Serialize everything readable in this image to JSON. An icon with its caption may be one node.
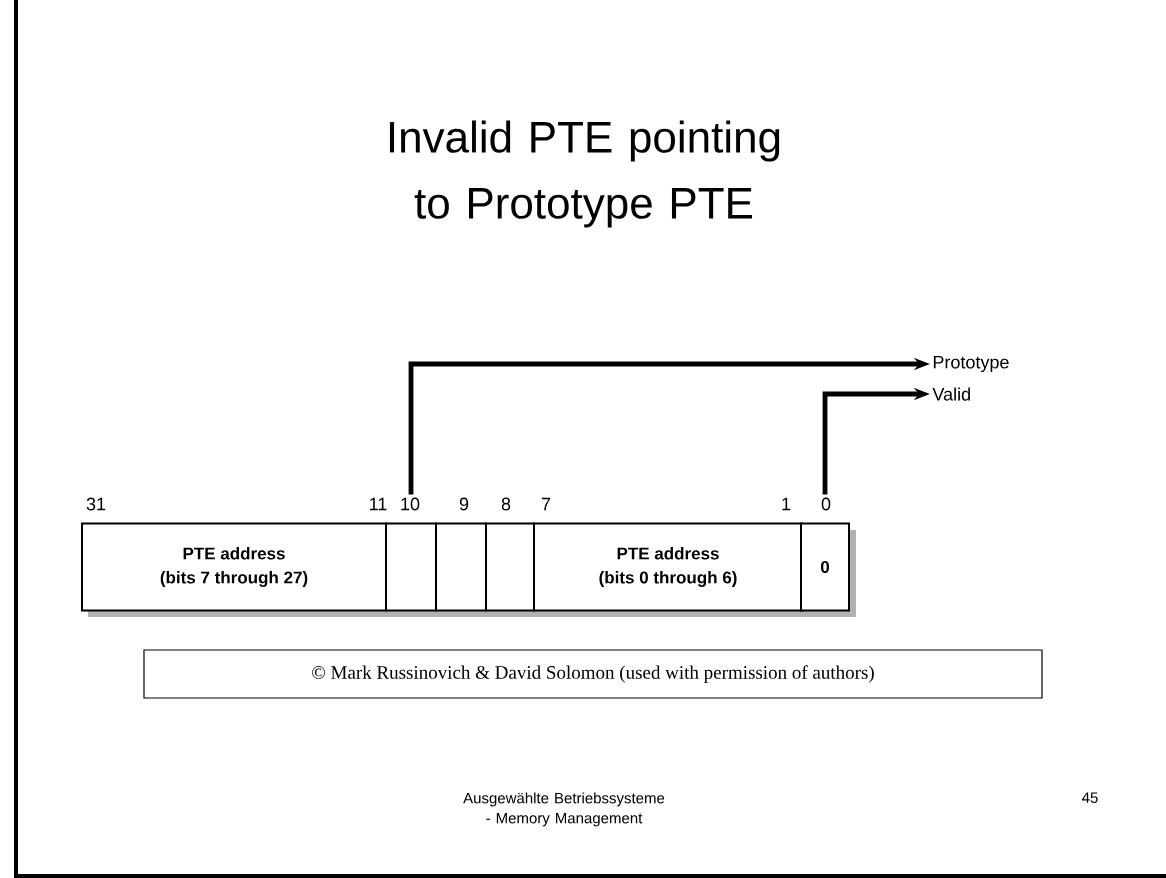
{
  "diagram": {
    "title": "Invalid PTE pointing to Prototype PTE",
    "nodes": [
      {
        "text": [
          "PTE address",
          "(bits 7 through 27)"
        ]
      },
      {
        "text": [],
        "shape": "box"
      },
      {
        "text": [],
        "shape": "box"
      },
      {
        "text": [],
        "shape": "box"
      },
      {
        "text": [
          "PTE address",
          "(bits 0 through 6)"
        ]
      },
      {
        "text": [
          "0"
        ]
      },
      {
        "text": [
          "Prototype"
        ]
      },
      {
        "text": [
          "Valid"
        ]
      },
      {
        "text": [
          "© Mark Russinovich & David Solomon (used with permission of authors)"
        ]
      }
    ],
    "edges": [
      {
        "from": 1,
        "to": 6,
        "arrow": "to"
      },
      {
        "from": 5,
        "to": 7,
        "arrow": "to"
      }
    ],
    "labels": [
      "31",
      "11",
      "10",
      "9",
      "8",
      "7",
      "1",
      "0",
      "Ausgewählte Betriebssysteme - Memory Management",
      "45"
    ]
  }
}
